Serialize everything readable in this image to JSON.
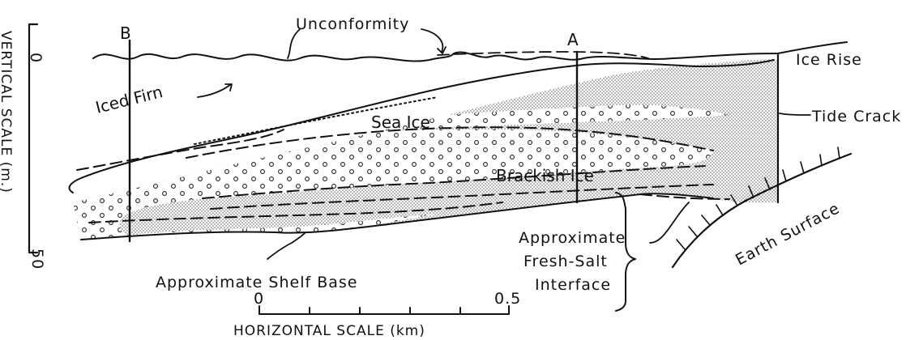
{
  "labels": {
    "section_b": "B",
    "section_a": "A",
    "unconformity": "Unconformity",
    "iced_firn": "Iced Firn",
    "ice_rise": "Ice Rise",
    "tide_crack": "Tide Crack",
    "sea_ice": "Sea Ice",
    "brackish_ice": "Brackish Ice",
    "earth_surface": "Earth Surface",
    "fresh_salt_line1": "Approximate",
    "fresh_salt_line2": "Fresh-Salt",
    "fresh_salt_line3": "Interface",
    "shelf_base": "Approximate Shelf Base"
  },
  "vertical_scale": {
    "title": "VERTICAL SCALE (m.)",
    "top_value": "0",
    "bottom_value": "50"
  },
  "horizontal_scale": {
    "title": "HORIZONTAL SCALE (km)",
    "start_value": "0",
    "end_value": "0.5"
  }
}
